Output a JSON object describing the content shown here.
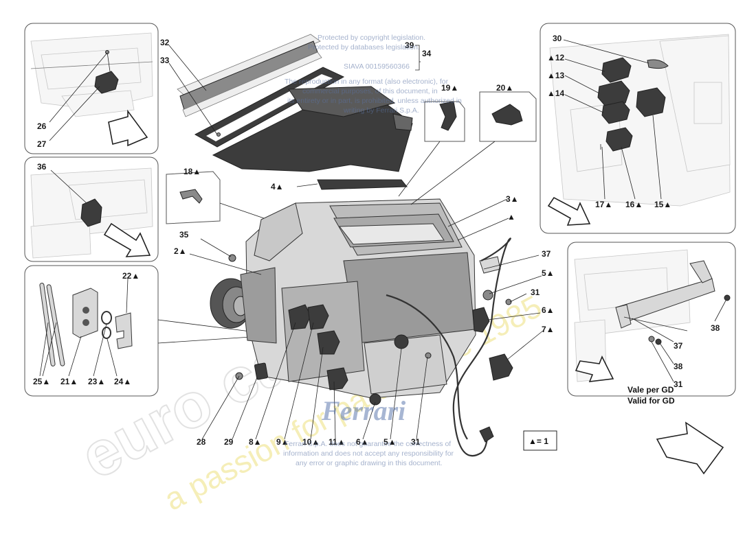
{
  "callouts": {
    "c2": "2▲",
    "c3": "3▲",
    "c3b": "▲",
    "c4": "4▲",
    "c5a": "5▲",
    "c5b": "5▲",
    "c6a": "6▲",
    "c6b": "6▲",
    "c7": "7▲",
    "c8": "8▲",
    "c9": "9▲",
    "c10": "10▲",
    "c11": "11▲",
    "c12": "▲12",
    "c13": "▲13",
    "c14": "▲14",
    "c15": "15▲",
    "c16": "16▲",
    "c17": "17▲",
    "c18": "18▲",
    "c19": "19▲",
    "c20": "20▲",
    "c21": "21▲",
    "c22": "22▲",
    "c23": "23▲",
    "c24": "24▲",
    "c25": "25▲",
    "c26": "26",
    "c27": "27",
    "c28": "28",
    "c29": "29",
    "c30": "30",
    "c31a": "31",
    "c31b": "31",
    "c31c": "31",
    "c32": "32",
    "c33": "33",
    "c34": "34",
    "c35": "35",
    "c36": "36",
    "c37a": "37",
    "c37b": "37",
    "c38a": "38",
    "c38b": "38",
    "c39": "39"
  },
  "notes": {
    "valid_it": "Vale per GD",
    "valid_en": "Valid for GD",
    "legend": "▲= 1"
  },
  "watermarks": {
    "copyright_1": "Protected by copyright legislation.",
    "copyright_2": "Protected by databases legislation.",
    "copyright_code": "SIAVA 00159560366",
    "reproduction_1": "The reproduction in any format (also electronic), for",
    "reproduction_2": "commercial purposes, of this document, in",
    "reproduction_3": "its entirety or in part, is prohibited, unless authorized in",
    "reproduction_4": "writing by Ferrari S.p.A.",
    "ferrari": "Ferrari",
    "disclaimer_1": "Ferrari S.p.A. does not guarantee the correctness of",
    "disclaimer_2": "information and does not accept any responsibility for",
    "disclaimer_3": "any error or graphic drawing in this document.",
    "brand": "euro car parts",
    "slogan": "a passion for parts since 1985"
  },
  "icons": {
    "insert_panels": [
      "arrow-icon",
      "arrow-icon",
      "arrow-icon",
      "arrow-icon"
    ],
    "main_direction": "arrow-icon"
  }
}
